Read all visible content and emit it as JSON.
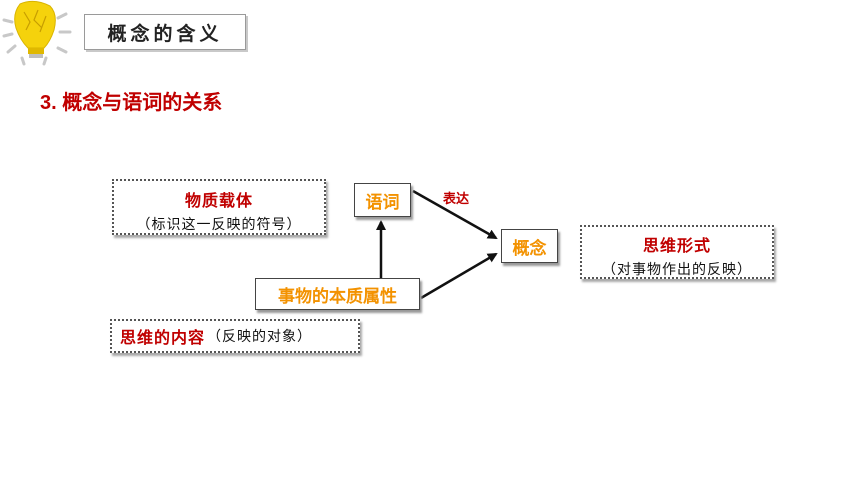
{
  "header": {
    "title": "概念的含义"
  },
  "section": {
    "heading": "3. 概念与语词的关系"
  },
  "notes": {
    "carrier": {
      "title": "物质载体",
      "subtitle": "（标识这一反映的符号）"
    },
    "form": {
      "title": "思维形式",
      "subtitle": "（对事物作出的反映）"
    },
    "content": {
      "title": "思维的内容",
      "subtitle": "（反映的对象）"
    }
  },
  "nodes": {
    "word": "语词",
    "concept": "概念",
    "attribute": "事物的本质属性"
  },
  "edges": {
    "express_label": "表达"
  },
  "colors": {
    "heading_red": "#c00000",
    "node_orange": "#f39200",
    "bulb_yellow": "#f5d20c"
  },
  "icons": {
    "header_icon": "lightbulb-icon"
  }
}
